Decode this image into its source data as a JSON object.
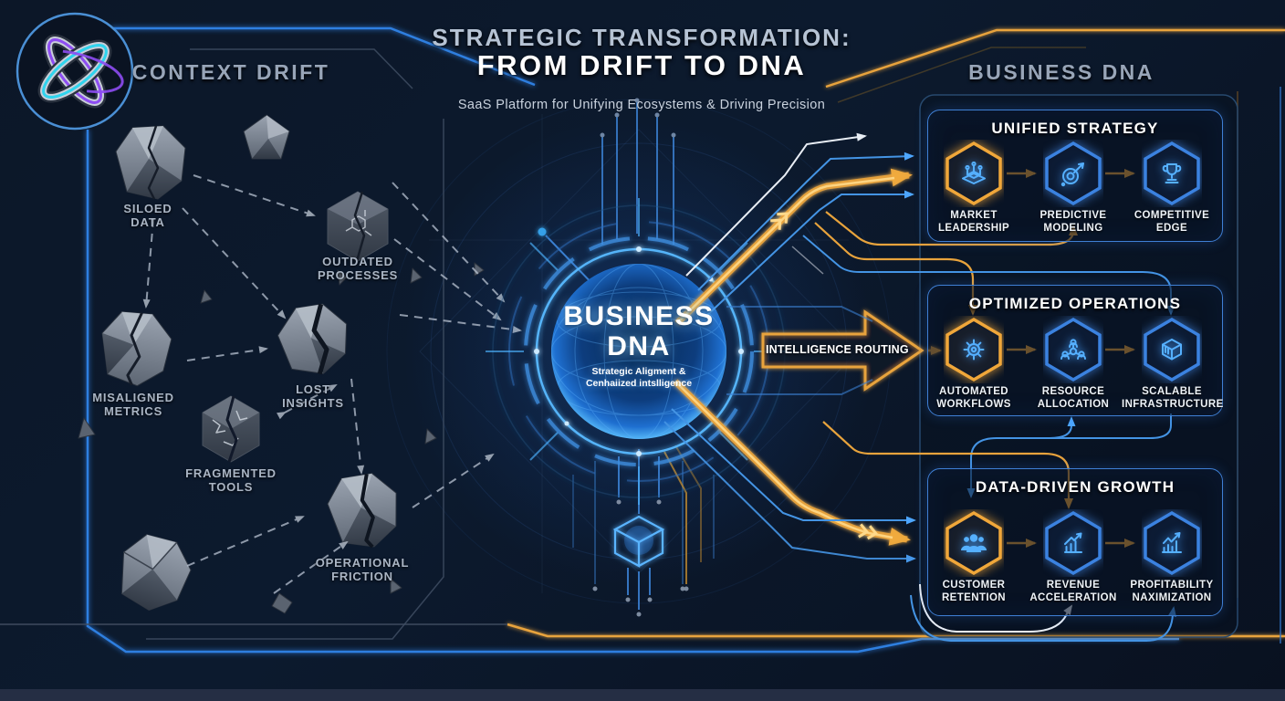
{
  "header": {
    "title_line1": "STRATEGIC TRANSFORMATION:",
    "title_line2": "FROM DRIFT TO DNA",
    "subtitle": "SaaS Platform for Unifying Ecosystems & Driving Precision"
  },
  "left": {
    "title": "CONTEXT DRIFT",
    "items": [
      {
        "line1": "SILOED",
        "line2": "DATA",
        "icon": "cracked-rock-icon"
      },
      {
        "line1": "OUTDATED",
        "line2": "PROCESSES",
        "icon": "cracked-hex-molecule-icon"
      },
      {
        "line1": "MISALIGNED",
        "line2": "METRICS",
        "icon": "cracked-rock-icon"
      },
      {
        "line1": "LOST",
        "line2": "INSIGHTS",
        "icon": "split-rock-icon"
      },
      {
        "line1": "FRAGMENTED",
        "line2": "TOOLS",
        "icon": "cracked-hex-icon"
      },
      {
        "line1": "OPERATIONAL",
        "line2": "FRICTION",
        "icon": "cracked-rock-icon"
      }
    ]
  },
  "center": {
    "line1": "BUSINESS",
    "line2": "DNA",
    "sub1": "Strategic Aligment &",
    "sub2": "Cenhaiized intslligence",
    "routing_label": "INTELLIGENCE ROUTING"
  },
  "right": {
    "title": "BUSINESS DNA",
    "panels": [
      {
        "title": "UNIFIED STRATEGY",
        "items": [
          {
            "line1": "MARKET",
            "line2": "LEADERSHIP",
            "icon": "podium-icon",
            "accent": "gold"
          },
          {
            "line1": "PREDICTIVE",
            "line2": "MODELING",
            "icon": "target-arrow-icon",
            "accent": "blue"
          },
          {
            "line1": "COMPETITIVE",
            "line2": "EDGE",
            "icon": "trophy-icon",
            "accent": "blue"
          }
        ]
      },
      {
        "title": "OPTIMIZED OPERATIONS",
        "items": [
          {
            "line1": "AUTOMATED",
            "line2": "WORKFLOWS",
            "icon": "gear-icon",
            "accent": "gold"
          },
          {
            "line1": "RESOURCE",
            "line2": "ALLOCATION",
            "icon": "people-network-icon",
            "accent": "blue"
          },
          {
            "line1": "SCALABLE",
            "line2": "INFRASTRUCTURE",
            "icon": "cube-icon",
            "accent": "blue"
          }
        ]
      },
      {
        "title": "DATA-DRIVEN GROWTH",
        "items": [
          {
            "line1": "CUSTOMER",
            "line2": "RETENTION",
            "icon": "users-icon",
            "accent": "gold"
          },
          {
            "line1": "REVENUE",
            "line2": "ACCELERATION",
            "icon": "chart-growth-icon",
            "accent": "blue"
          },
          {
            "line1": "PROFITABILITY",
            "line2": "NAXIMIZATION",
            "icon": "chart-peak-icon",
            "accent": "blue"
          }
        ]
      }
    ]
  },
  "colors": {
    "background": "#0b1526",
    "panel_border": "#3f7fd4",
    "gold_accent": "#f0a73a",
    "icon_blue": "#55b0ff",
    "muted_text": "#98a5b8",
    "white": "#ffffff"
  }
}
